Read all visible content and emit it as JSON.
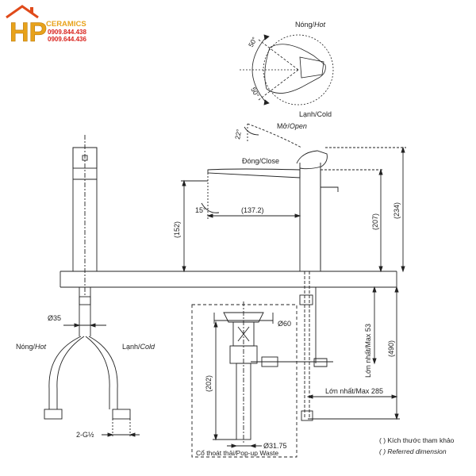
{
  "logo": {
    "letters": "HP",
    "brand": "CERAMICS",
    "phone1": "0909.844.438",
    "phone2": "0909.644.436",
    "colors": {
      "house": "#e8a21a",
      "text": "#d9231d",
      "roof": "#e04a1a"
    }
  },
  "top_view": {
    "hot_label": "Nóng/",
    "hot_label_en": "Hot",
    "cold_label": "Lạnh/Cold",
    "angle_hot": "50°",
    "angle_cold": "50°"
  },
  "side_view": {
    "open_label": "Mở/",
    "open_label_en": "Open",
    "open_angle": "22°",
    "close_label": "Đóng/Close",
    "spout_angle": "15°",
    "reach": "(137.2)",
    "height_152": "(152)",
    "height_207": "(207)",
    "height_234": "(234)",
    "depth_490": "(490)",
    "max53": "Lớn nhất/Max 53",
    "max285": "Lớn nhất/Max 285"
  },
  "front_view": {
    "diameter_35": "Ø35",
    "hot_label": "Nóng/",
    "hot_label_en": "Hot",
    "cold_label": "Lạnh/",
    "cold_label_en": "Cold",
    "thread": "2-G½"
  },
  "waste": {
    "diameter_60": "Ø60",
    "height_202": "(202)",
    "diameter_3175": "Ø31.75",
    "caption": "Cổ thoát thải/Pop-up Waste"
  },
  "notes": {
    "ref_vn": "(  ) Kích thước tham khảo",
    "ref_en": "(  ) Referred dimension"
  }
}
